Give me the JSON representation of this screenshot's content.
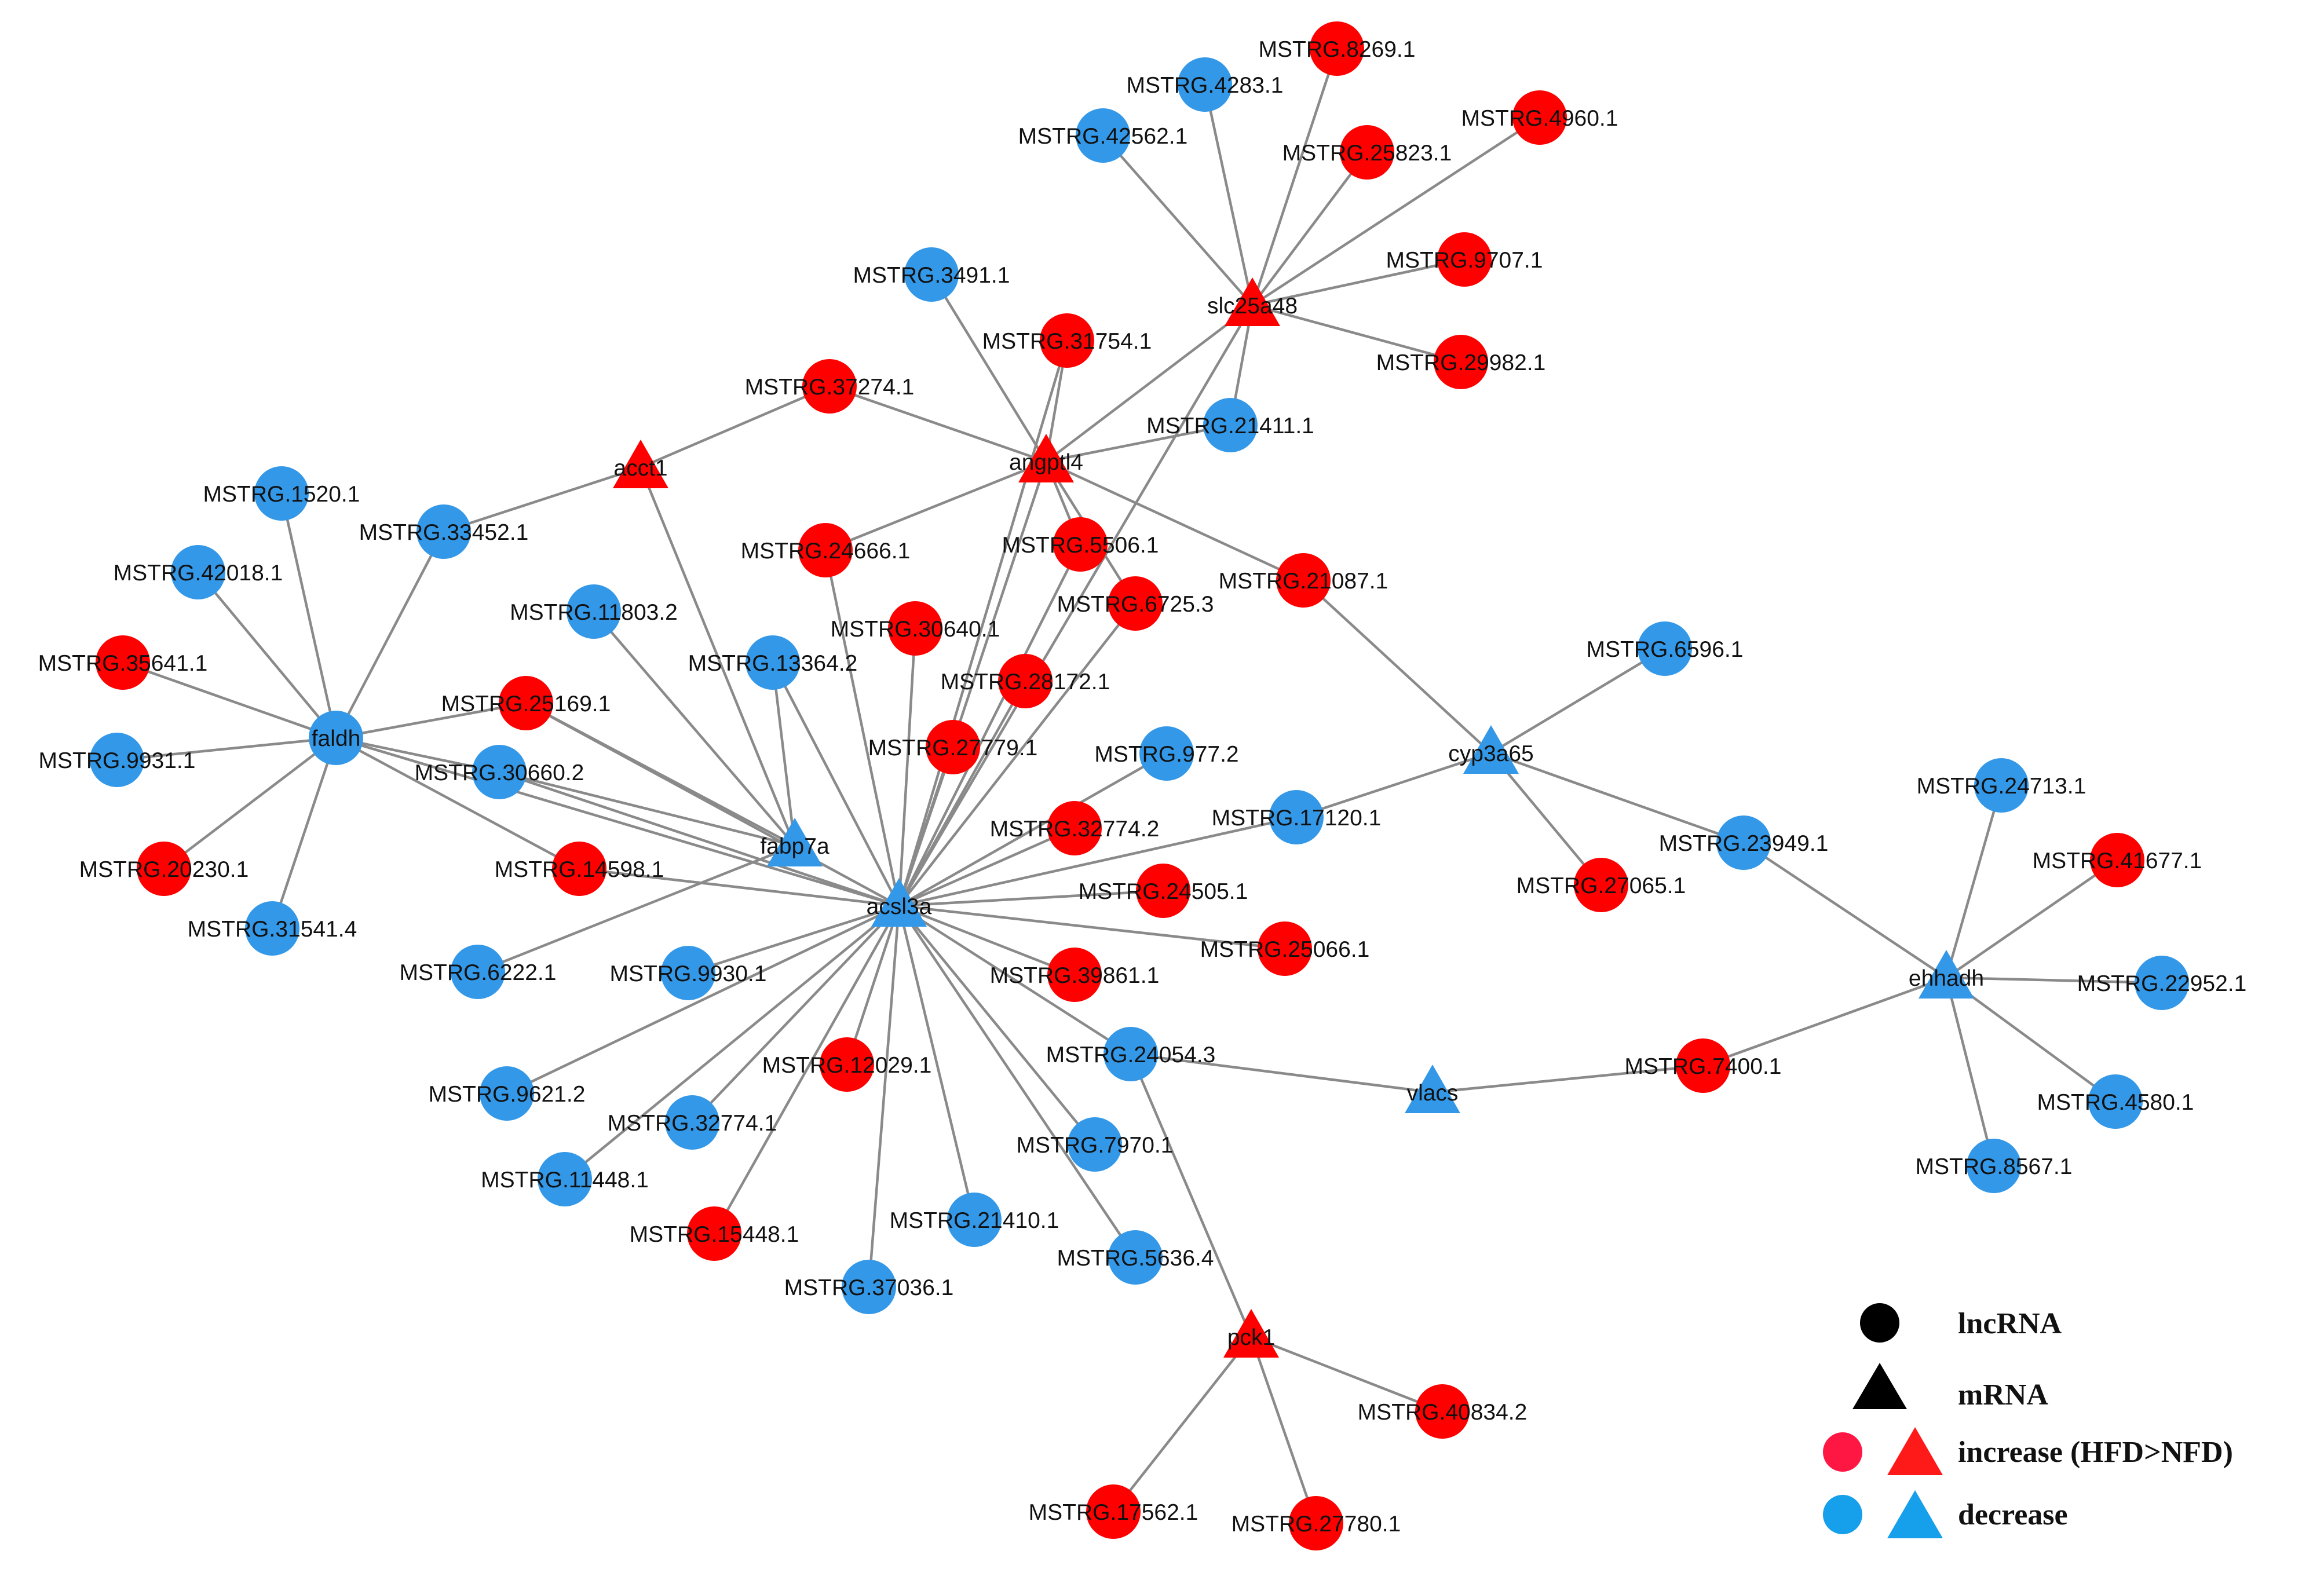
{
  "colors": {
    "increase": "#ff0000",
    "decrease": "#3498e8",
    "edge": "#8a8a8a",
    "legend_shape": "#000000"
  },
  "legend": {
    "lncrna": "lncRNA",
    "mrna": "mRNA",
    "increase": "increase (HFD>NFD)",
    "decrease": "decrease"
  },
  "nodes": [
    {
      "id": "slc25a48",
      "label": "slc25a48",
      "kind": "mrna",
      "change": "increase"
    },
    {
      "id": "acct1",
      "label": "acct1",
      "kind": "mrna",
      "change": "increase"
    },
    {
      "id": "angptl4",
      "label": "angptl4",
      "kind": "mrna",
      "change": "increase"
    },
    {
      "id": "pck1",
      "label": "pck1",
      "kind": "mrna",
      "change": "increase"
    },
    {
      "id": "faldh",
      "label": "faldh",
      "kind": "lncrna",
      "change": "decrease"
    },
    {
      "id": "fabp7a",
      "label": "fabp7a",
      "kind": "mrna",
      "change": "decrease"
    },
    {
      "id": "acsl3a",
      "label": "acsl3a",
      "kind": "mrna",
      "change": "decrease"
    },
    {
      "id": "cyp3a65",
      "label": "cyp3a65",
      "kind": "mrna",
      "change": "decrease"
    },
    {
      "id": "vlacs",
      "label": "vlacs",
      "kind": "mrna",
      "change": "decrease"
    },
    {
      "id": "ehhadh",
      "label": "ehhadh",
      "kind": "mrna",
      "change": "decrease"
    },
    {
      "id": "n8269",
      "label": "MSTRG.8269.1",
      "kind": "lncrna",
      "change": "increase"
    },
    {
      "id": "n4283",
      "label": "MSTRG.4283.1",
      "kind": "lncrna",
      "change": "decrease"
    },
    {
      "id": "n4960",
      "label": "MSTRG.4960.1",
      "kind": "lncrna",
      "change": "increase"
    },
    {
      "id": "n42562",
      "label": "MSTRG.42562.1",
      "kind": "lncrna",
      "change": "decrease"
    },
    {
      "id": "n25823",
      "label": "MSTRG.25823.1",
      "kind": "lncrna",
      "change": "increase"
    },
    {
      "id": "n3491",
      "label": "MSTRG.3491.1",
      "kind": "lncrna",
      "change": "decrease"
    },
    {
      "id": "n9707",
      "label": "MSTRG.9707.1",
      "kind": "lncrna",
      "change": "increase"
    },
    {
      "id": "n31754",
      "label": "MSTRG.31754.1",
      "kind": "lncrna",
      "change": "increase"
    },
    {
      "id": "n29982",
      "label": "MSTRG.29982.1",
      "kind": "lncrna",
      "change": "increase"
    },
    {
      "id": "n37274",
      "label": "MSTRG.37274.1",
      "kind": "lncrna",
      "change": "increase"
    },
    {
      "id": "n21411",
      "label": "MSTRG.21411.1",
      "kind": "lncrna",
      "change": "decrease"
    },
    {
      "id": "n1520",
      "label": "MSTRG.1520.1",
      "kind": "lncrna",
      "change": "decrease"
    },
    {
      "id": "n33452",
      "label": "MSTRG.33452.1",
      "kind": "lncrna",
      "change": "decrease"
    },
    {
      "id": "n42018",
      "label": "MSTRG.42018.1",
      "kind": "lncrna",
      "change": "decrease"
    },
    {
      "id": "n24666",
      "label": "MSTRG.24666.1",
      "kind": "lncrna",
      "change": "increase"
    },
    {
      "id": "n5506",
      "label": "MSTRG.5506.1",
      "kind": "lncrna",
      "change": "increase"
    },
    {
      "id": "n21087",
      "label": "MSTRG.21087.1",
      "kind": "lncrna",
      "change": "increase"
    },
    {
      "id": "n11803",
      "label": "MSTRG.11803.2",
      "kind": "lncrna",
      "change": "decrease"
    },
    {
      "id": "n6725",
      "label": "MSTRG.6725.3",
      "kind": "lncrna",
      "change": "increase"
    },
    {
      "id": "n35641",
      "label": "MSTRG.35641.1",
      "kind": "lncrna",
      "change": "increase"
    },
    {
      "id": "n13364",
      "label": "MSTRG.13364.2",
      "kind": "lncrna",
      "change": "decrease"
    },
    {
      "id": "n30640",
      "label": "MSTRG.30640.1",
      "kind": "lncrna",
      "change": "increase"
    },
    {
      "id": "n6596",
      "label": "MSTRG.6596.1",
      "kind": "lncrna",
      "change": "decrease"
    },
    {
      "id": "n28172",
      "label": "MSTRG.28172.1",
      "kind": "lncrna",
      "change": "increase"
    },
    {
      "id": "n25169",
      "label": "MSTRG.25169.1",
      "kind": "lncrna",
      "change": "increase"
    },
    {
      "id": "n9931",
      "label": "MSTRG.9931.1",
      "kind": "lncrna",
      "change": "decrease"
    },
    {
      "id": "n30660",
      "label": "MSTRG.30660.2",
      "kind": "lncrna",
      "change": "decrease"
    },
    {
      "id": "n27779",
      "label": "MSTRG.27779.1",
      "kind": "lncrna",
      "change": "increase"
    },
    {
      "id": "n977",
      "label": "MSTRG.977.2",
      "kind": "lncrna",
      "change": "decrease"
    },
    {
      "id": "n24713",
      "label": "MSTRG.24713.1",
      "kind": "lncrna",
      "change": "decrease"
    },
    {
      "id": "n32774b",
      "label": "MSTRG.32774.2",
      "kind": "lncrna",
      "change": "increase"
    },
    {
      "id": "n17120",
      "label": "MSTRG.17120.1",
      "kind": "lncrna",
      "change": "decrease"
    },
    {
      "id": "n23949",
      "label": "MSTRG.23949.1",
      "kind": "lncrna",
      "change": "decrease"
    },
    {
      "id": "n20230",
      "label": "MSTRG.20230.1",
      "kind": "lncrna",
      "change": "increase"
    },
    {
      "id": "n14598",
      "label": "MSTRG.14598.1",
      "kind": "lncrna",
      "change": "increase"
    },
    {
      "id": "n41677",
      "label": "MSTRG.41677.1",
      "kind": "lncrna",
      "change": "increase"
    },
    {
      "id": "n24505",
      "label": "MSTRG.24505.1",
      "kind": "lncrna",
      "change": "increase"
    },
    {
      "id": "n27065",
      "label": "MSTRG.27065.1",
      "kind": "lncrna",
      "change": "increase"
    },
    {
      "id": "n31541",
      "label": "MSTRG.31541.4",
      "kind": "lncrna",
      "change": "decrease"
    },
    {
      "id": "n25066",
      "label": "MSTRG.25066.1",
      "kind": "lncrna",
      "change": "increase"
    },
    {
      "id": "n6222",
      "label": "MSTRG.6222.1",
      "kind": "lncrna",
      "change": "decrease"
    },
    {
      "id": "n9930",
      "label": "MSTRG.9930.1",
      "kind": "lncrna",
      "change": "decrease"
    },
    {
      "id": "n39861",
      "label": "MSTRG.39861.1",
      "kind": "lncrna",
      "change": "increase"
    },
    {
      "id": "n22952",
      "label": "MSTRG.22952.1",
      "kind": "lncrna",
      "change": "decrease"
    },
    {
      "id": "n24054",
      "label": "MSTRG.24054.3",
      "kind": "lncrna",
      "change": "decrease"
    },
    {
      "id": "n9621",
      "label": "MSTRG.9621.2",
      "kind": "lncrna",
      "change": "decrease"
    },
    {
      "id": "n12029",
      "label": "MSTRG.12029.1",
      "kind": "lncrna",
      "change": "increase"
    },
    {
      "id": "n7400",
      "label": "MSTRG.7400.1",
      "kind": "lncrna",
      "change": "increase"
    },
    {
      "id": "n32774a",
      "label": "MSTRG.32774.1",
      "kind": "lncrna",
      "change": "decrease"
    },
    {
      "id": "n4580",
      "label": "MSTRG.4580.1",
      "kind": "lncrna",
      "change": "decrease"
    },
    {
      "id": "n7970",
      "label": "MSTRG.7970.1",
      "kind": "lncrna",
      "change": "decrease"
    },
    {
      "id": "n11448",
      "label": "MSTRG.11448.1",
      "kind": "lncrna",
      "change": "decrease"
    },
    {
      "id": "n8567",
      "label": "MSTRG.8567.1",
      "kind": "lncrna",
      "change": "decrease"
    },
    {
      "id": "n15448",
      "label": "MSTRG.15448.1",
      "kind": "lncrna",
      "change": "increase"
    },
    {
      "id": "n21410",
      "label": "MSTRG.21410.1",
      "kind": "lncrna",
      "change": "decrease"
    },
    {
      "id": "n5636",
      "label": "MSTRG.5636.4",
      "kind": "lncrna",
      "change": "decrease"
    },
    {
      "id": "n37036",
      "label": "MSTRG.37036.1",
      "kind": "lncrna",
      "change": "decrease"
    },
    {
      "id": "n40834",
      "label": "MSTRG.40834.2",
      "kind": "lncrna",
      "change": "increase"
    },
    {
      "id": "n17562",
      "label": "MSTRG.17562.1",
      "kind": "lncrna",
      "change": "increase"
    },
    {
      "id": "n27780",
      "label": "MSTRG.27780.1",
      "kind": "lncrna",
      "change": "increase"
    }
  ],
  "edges": [
    [
      "slc25a48",
      "n8269"
    ],
    [
      "slc25a48",
      "n4283"
    ],
    [
      "slc25a48",
      "n42562"
    ],
    [
      "slc25a48",
      "n25823"
    ],
    [
      "slc25a48",
      "n4960"
    ],
    [
      "slc25a48",
      "n9707"
    ],
    [
      "slc25a48",
      "n29982"
    ],
    [
      "slc25a48",
      "n21411"
    ],
    [
      "slc25a48",
      "acsl3a"
    ],
    [
      "slc25a48",
      "angptl4"
    ],
    [
      "angptl4",
      "n3491"
    ],
    [
      "angptl4",
      "n31754"
    ],
    [
      "angptl4",
      "n37274"
    ],
    [
      "angptl4",
      "n21411"
    ],
    [
      "angptl4",
      "n21087"
    ],
    [
      "angptl4",
      "acsl3a"
    ],
    [
      "angptl4",
      "n24666"
    ],
    [
      "angptl4",
      "n5506"
    ],
    [
      "angptl4",
      "n6725"
    ],
    [
      "acct1",
      "n37274"
    ],
    [
      "acct1",
      "n33452"
    ],
    [
      "acct1",
      "fabp7a"
    ],
    [
      "faldh",
      "n1520"
    ],
    [
      "faldh",
      "n33452"
    ],
    [
      "faldh",
      "n42018"
    ],
    [
      "faldh",
      "n35641"
    ],
    [
      "faldh",
      "n9931"
    ],
    [
      "faldh",
      "n20230"
    ],
    [
      "faldh",
      "n31541"
    ],
    [
      "faldh",
      "n25169"
    ],
    [
      "faldh",
      "n30660"
    ],
    [
      "faldh",
      "n14598"
    ],
    [
      "faldh",
      "acsl3a"
    ],
    [
      "fabp7a",
      "n11803"
    ],
    [
      "fabp7a",
      "n13364"
    ],
    [
      "fabp7a",
      "n25169"
    ],
    [
      "fabp7a",
      "n30660"
    ],
    [
      "fabp7a",
      "n6222"
    ],
    [
      "acsl3a",
      "n13364"
    ],
    [
      "acsl3a",
      "n24666"
    ],
    [
      "acsl3a",
      "n30640"
    ],
    [
      "acsl3a",
      "n28172"
    ],
    [
      "acsl3a",
      "n5506"
    ],
    [
      "acsl3a",
      "n6725"
    ],
    [
      "acsl3a",
      "n27779"
    ],
    [
      "acsl3a",
      "n977"
    ],
    [
      "acsl3a",
      "n32774b"
    ],
    [
      "acsl3a",
      "n17120"
    ],
    [
      "acsl3a",
      "n24505"
    ],
    [
      "acsl3a",
      "n25066"
    ],
    [
      "acsl3a",
      "n39861"
    ],
    [
      "acsl3a",
      "n24054"
    ],
    [
      "acsl3a",
      "n7970"
    ],
    [
      "acsl3a",
      "n5636"
    ],
    [
      "acsl3a",
      "n21410"
    ],
    [
      "acsl3a",
      "n37036"
    ],
    [
      "acsl3a",
      "n15448"
    ],
    [
      "acsl3a",
      "n12029"
    ],
    [
      "acsl3a",
      "n11448"
    ],
    [
      "acsl3a",
      "n32774a"
    ],
    [
      "acsl3a",
      "n9621"
    ],
    [
      "acsl3a",
      "n9930"
    ],
    [
      "acsl3a",
      "n14598"
    ],
    [
      "acsl3a",
      "n30660"
    ],
    [
      "acsl3a",
      "n25169"
    ],
    [
      "acsl3a",
      "n31754"
    ],
    [
      "cyp3a65",
      "n21087"
    ],
    [
      "cyp3a65",
      "n6596"
    ],
    [
      "cyp3a65",
      "n17120"
    ],
    [
      "cyp3a65",
      "n27065"
    ],
    [
      "cyp3a65",
      "n23949"
    ],
    [
      "ehhadh",
      "n23949"
    ],
    [
      "ehhadh",
      "n24713"
    ],
    [
      "ehhadh",
      "n41677"
    ],
    [
      "ehhadh",
      "n22952"
    ],
    [
      "ehhadh",
      "n4580"
    ],
    [
      "ehhadh",
      "n8567"
    ],
    [
      "ehhadh",
      "n7400"
    ],
    [
      "vlacs",
      "n24054"
    ],
    [
      "vlacs",
      "n7400"
    ],
    [
      "pck1",
      "n24054"
    ],
    [
      "pck1",
      "n40834"
    ],
    [
      "pck1",
      "n17562"
    ],
    [
      "pck1",
      "n27780"
    ]
  ]
}
